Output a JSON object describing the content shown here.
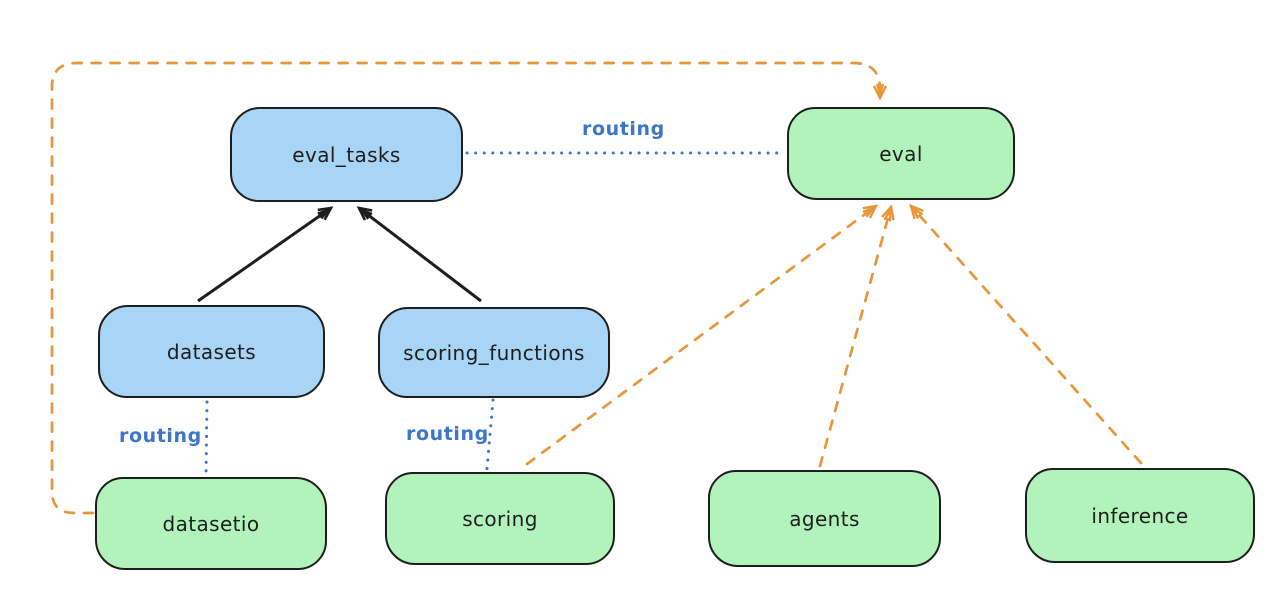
{
  "diagram": {
    "nodes": [
      {
        "id": "eval_tasks",
        "label": "eval_tasks",
        "color": "blue"
      },
      {
        "id": "eval",
        "label": "eval",
        "color": "green"
      },
      {
        "id": "datasets",
        "label": "datasets",
        "color": "blue"
      },
      {
        "id": "scoring_functions",
        "label": "scoring_functions",
        "color": "blue"
      },
      {
        "id": "datasetio",
        "label": "datasetio",
        "color": "green"
      },
      {
        "id": "scoring",
        "label": "scoring",
        "color": "green"
      },
      {
        "id": "agents",
        "label": "agents",
        "color": "green"
      },
      {
        "id": "inference",
        "label": "inference",
        "color": "green"
      }
    ],
    "edges": [
      {
        "from": "datasets",
        "to": "eval_tasks",
        "style": "solid",
        "color": "black",
        "arrow": true
      },
      {
        "from": "scoring_functions",
        "to": "eval_tasks",
        "style": "solid",
        "color": "black",
        "arrow": true
      },
      {
        "from": "eval_tasks",
        "to": "eval",
        "style": "dotted",
        "color": "blue",
        "arrow": false,
        "label": "routing"
      },
      {
        "from": "datasets",
        "to": "datasetio",
        "style": "dotted",
        "color": "blue",
        "arrow": false,
        "label": "routing"
      },
      {
        "from": "scoring_functions",
        "to": "scoring",
        "style": "dotted",
        "color": "blue",
        "arrow": false,
        "label": "routing"
      },
      {
        "from": "scoring",
        "to": "eval",
        "style": "dashed",
        "color": "orange",
        "arrow": true
      },
      {
        "from": "agents",
        "to": "eval",
        "style": "dashed",
        "color": "orange",
        "arrow": true
      },
      {
        "from": "inference",
        "to": "eval",
        "style": "dashed",
        "color": "orange",
        "arrow": true
      },
      {
        "from": "datasetio",
        "to": "eval",
        "style": "dashed",
        "color": "orange",
        "arrow": true,
        "route": "around-left-and-top"
      }
    ],
    "colors": {
      "background": "#ffffff",
      "ink": "#1e1e1e",
      "blue_node_fill": "#a8d4f5",
      "green_node_fill": "#b2f2bb",
      "routing_blue": "#3b76c8",
      "orange_dashed": "#e99539"
    }
  }
}
